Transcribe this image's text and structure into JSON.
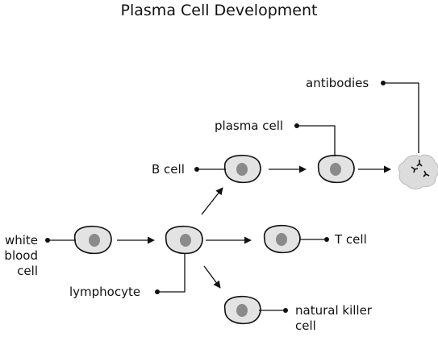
{
  "title": "Plasma Cell Development",
  "labels": {
    "white_blood_cell": [
      "white",
      "blood",
      "cell"
    ],
    "lymphocyte": "lymphocyte",
    "b_cell": "B cell",
    "t_cell": "T cell",
    "natural_killer_cell": [
      "natural killer",
      "cell"
    ],
    "plasma_cell": "plasma cell",
    "antibodies": "antibodies"
  },
  "colors": {
    "cell_fill": "#e3e3e3",
    "nucleus_fill": "#8a8a8a",
    "stroke": "#111111",
    "antibody_blob": "#dcdcdc"
  }
}
